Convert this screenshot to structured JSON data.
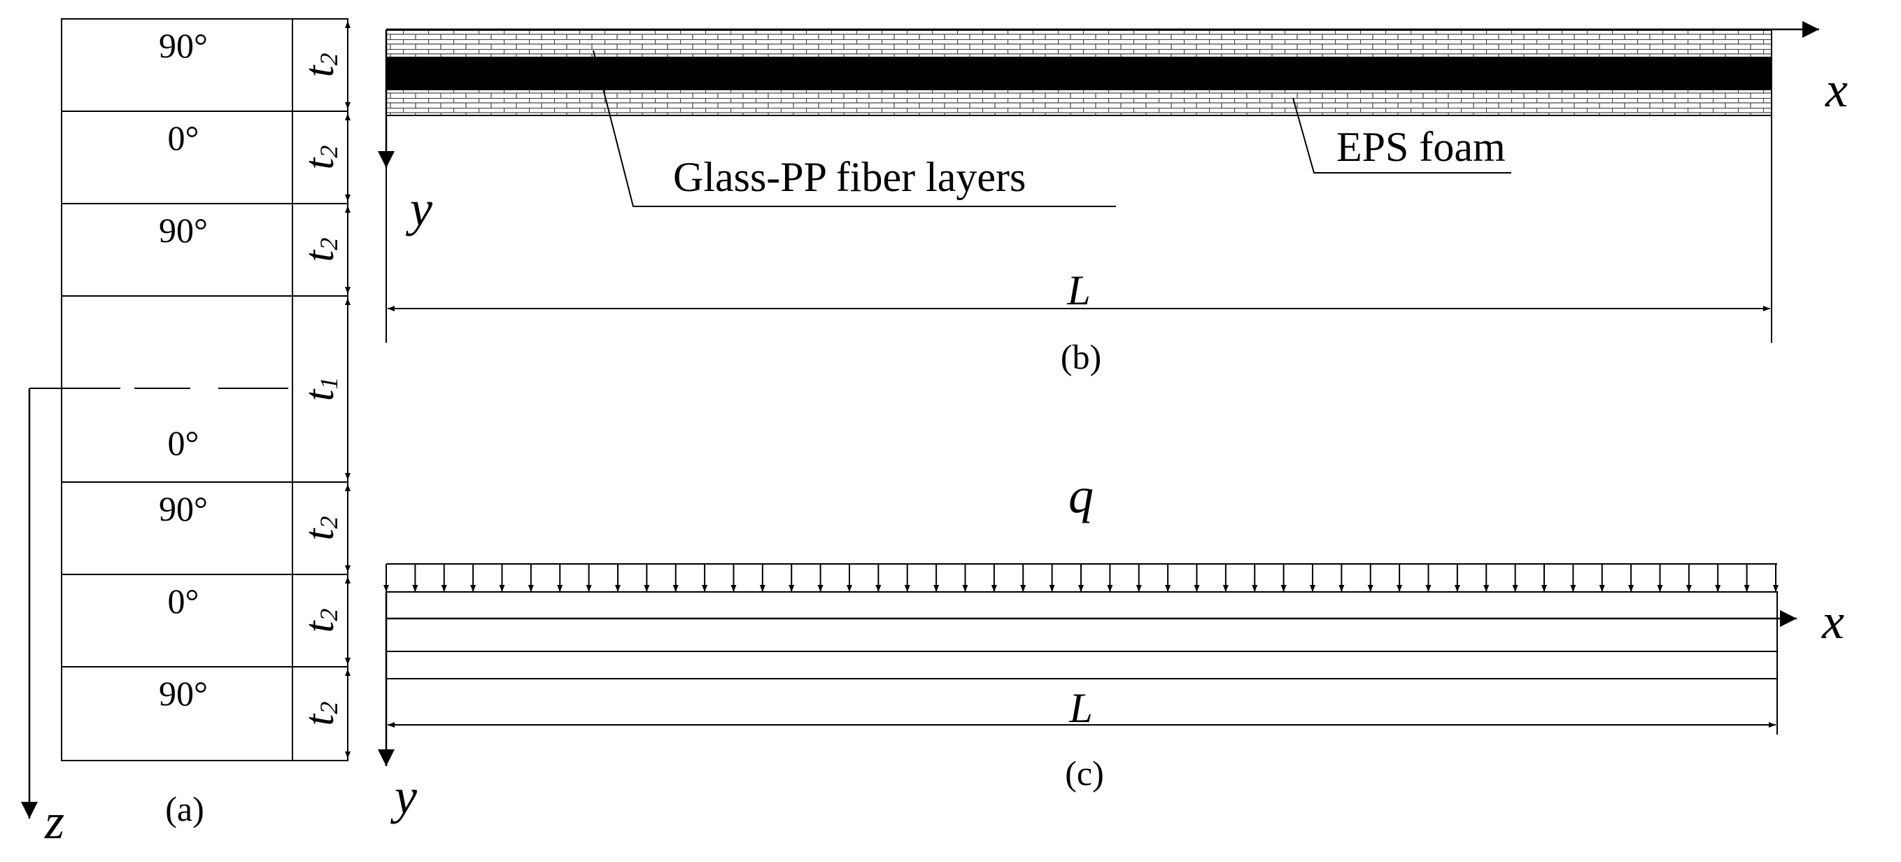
{
  "panel_a": {
    "caption": "(a)",
    "layers": [
      {
        "angle": "90°",
        "thickness": "t",
        "sub": "2"
      },
      {
        "angle": "0°",
        "thickness": "t",
        "sub": "2"
      },
      {
        "angle": "90°",
        "thickness": "t",
        "sub": "2"
      },
      {
        "angle": "0°",
        "thickness": "t",
        "sub": "1"
      },
      {
        "angle": "90°",
        "thickness": "t",
        "sub": "2"
      },
      {
        "angle": "0°",
        "thickness": "t",
        "sub": "2"
      },
      {
        "angle": "90°",
        "thickness": "t",
        "sub": "2"
      }
    ],
    "axis_z": "z"
  },
  "panel_b": {
    "caption": "(b)",
    "label_fiber": "Glass-PP fiber layers",
    "label_foam": "EPS foam",
    "axis_x": "x",
    "axis_y": "y",
    "length": "L"
  },
  "panel_c": {
    "caption": "(c)",
    "load": "q",
    "axis_x": "x",
    "axis_y": "y",
    "length": "L"
  }
}
